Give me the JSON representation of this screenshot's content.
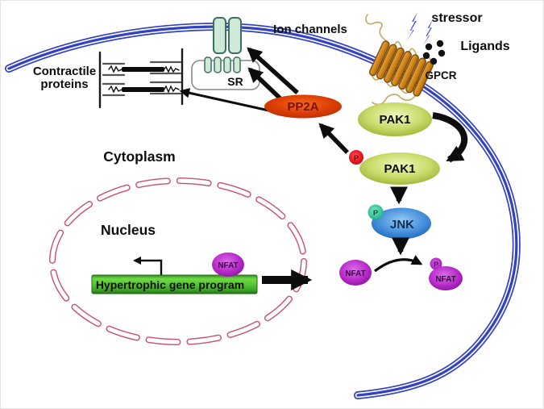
{
  "diagram": {
    "region_labels": {
      "ion_channels": "Ion channels",
      "stressor": "stressor",
      "ligands": "Ligands",
      "gpcr": "GPCR",
      "sr": "SR",
      "contractile_line1": "Contractile",
      "contractile_line2": "proteins",
      "cytoplasm": "Cytoplasm",
      "nucleus": "Nucleus"
    },
    "molecules": {
      "pp2a": "PP2A",
      "pak1_upper": "PAK1",
      "pak1_lower": "PAK1",
      "jnk": "JNK",
      "nfat_cytosolic": "NFAT",
      "nfat_phosphorylated": "NFAT",
      "nfat_nuclear": "NFAT",
      "phospho_red": "P",
      "phospho_teal": "P",
      "phospho_purple": "P"
    },
    "gene": {
      "program_label": "Hypertrophic gene program"
    },
    "colors": {
      "membrane_blue": "#3342c4",
      "nucleus_envelope_pink": "#c9506b",
      "pak1_green": "#b6cc52",
      "jnk_blue": "#3c88d8",
      "pp2a_red_orange": "#d43c08",
      "nfat_magenta": "#b722c8",
      "phospho_red": "#e8161e",
      "phospho_teal": "#35c79b",
      "gpcr_orange": "#d2871b",
      "gene_bar_green": "#57c634",
      "channel_mint": "#cfe9d8",
      "lightning_blue": "#2a35d8",
      "ligand_dot": "#111111"
    }
  }
}
